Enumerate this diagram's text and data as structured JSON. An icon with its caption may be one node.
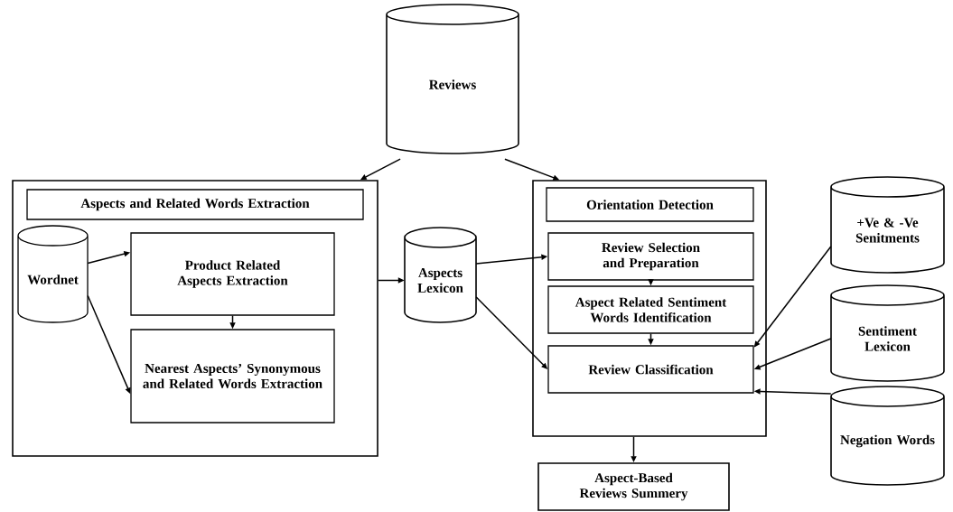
{
  "diagram": {
    "nodes": [
      {
        "text": [
          "Reviews"
        ]
      },
      {
        "text": [],
        "shape": "box"
      },
      {
        "text": [
          "Aspects and Related Words Extraction"
        ],
        "in": 1
      },
      {
        "text": [
          "Wordnet"
        ],
        "in": 1
      },
      {
        "text": [
          "Product Related Aspects Extraction"
        ],
        "in": 1
      },
      {
        "text": [
          "Nearest Aspects’ Synonymous and Related Words Extraction"
        ],
        "in": 1
      },
      {
        "text": [
          "Aspects Lexicon"
        ]
      },
      {
        "text": [],
        "shape": "box"
      },
      {
        "text": [
          "Orientation Detection"
        ],
        "in": 7
      },
      {
        "text": [
          "Review Selection and Preparation"
        ],
        "in": 7
      },
      {
        "text": [
          "Aspect Related Sentiment Words Identification"
        ],
        "in": 7
      },
      {
        "text": [
          "Review Classification"
        ],
        "in": 7
      },
      {
        "text": [
          "+Ve & -Ve Senitments"
        ]
      },
      {
        "text": [
          "Sentiment Lexicon"
        ]
      },
      {
        "text": [
          "Negation Words"
        ]
      },
      {
        "text": [
          "Aspect-Based Reviews Summery"
        ]
      }
    ],
    "edges": [
      {
        "from": 0,
        "to": 1,
        "arrow": "to"
      },
      {
        "from": 0,
        "to": 7,
        "arrow": "to"
      },
      {
        "from": 3,
        "to": 4,
        "arrow": "to"
      },
      {
        "from": 3,
        "to": 5,
        "arrow": "to"
      },
      {
        "from": 4,
        "to": 5,
        "arrow": "to"
      },
      {
        "from": 1,
        "to": 6,
        "arrow": "to"
      },
      {
        "from": 6,
        "to": 9,
        "arrow": "to"
      },
      {
        "from": 6,
        "to": 11,
        "arrow": "to"
      },
      {
        "from": 9,
        "to": 10,
        "arrow": "to"
      },
      {
        "from": 10,
        "to": 11,
        "arrow": "to"
      },
      {
        "from": 12,
        "to": 11,
        "arrow": "to"
      },
      {
        "from": 13,
        "to": 11,
        "arrow": "to"
      },
      {
        "from": 14,
        "to": 11,
        "arrow": "to"
      },
      {
        "from": 7,
        "to": 15,
        "arrow": "to"
      }
    ]
  }
}
